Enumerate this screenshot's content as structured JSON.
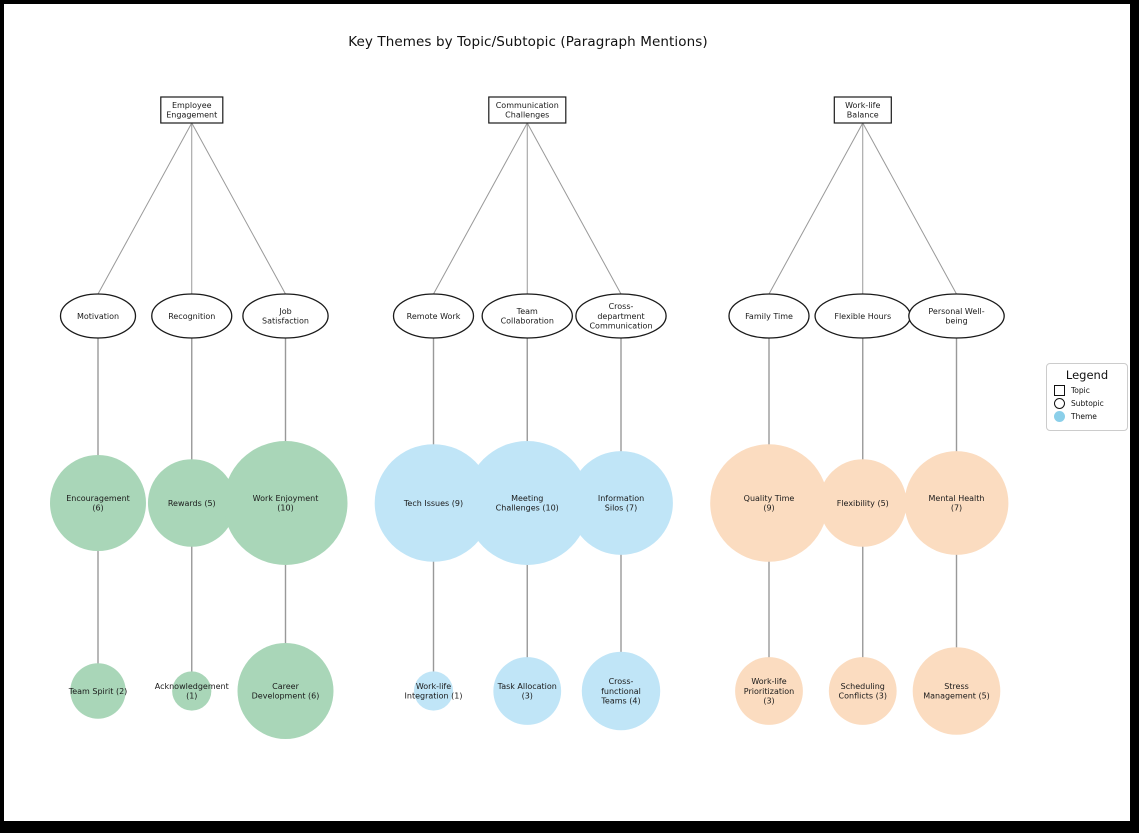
{
  "title": "Key Themes by Topic/Subtopic (Paragraph Mentions)",
  "legend": {
    "title": "Legend",
    "items": [
      {
        "label": "Topic",
        "marker": "square"
      },
      {
        "label": "Subtopic",
        "marker": "circle"
      },
      {
        "label": "Theme",
        "marker": "dot"
      }
    ]
  },
  "colors": {
    "group1_fill": "#a9d6b8",
    "group2_fill": "#c0e5f7",
    "group3_fill": "#fbdcc0",
    "legend_theme_dot": "#8bcfe9",
    "connector": "#999999",
    "node_stroke": "#1a1a1a",
    "text": "#1a1a1a"
  },
  "chart_data": {
    "type": "hierarchy-bubble",
    "value_unit": "paragraph mentions",
    "topics": [
      {
        "name": "Employee Engagement",
        "label_lines": [
          "Employee",
          "Engagement"
        ],
        "color_key": "group1_fill",
        "subtopics": [
          {
            "name": "Motivation",
            "label_lines": [
              "Motivation"
            ],
            "themes": [
              {
                "name": "Encouragement",
                "count": 6,
                "label_lines": [
                  "Encouragement",
                  "(6)"
                ]
              },
              {
                "name": "Team Spirit",
                "count": 2,
                "label_lines": [
                  "Team Spirit (2)"
                ]
              }
            ]
          },
          {
            "name": "Recognition",
            "label_lines": [
              "Recognition"
            ],
            "themes": [
              {
                "name": "Rewards",
                "count": 5,
                "label_lines": [
                  "Rewards (5)"
                ]
              },
              {
                "name": "Acknowledgement",
                "count": 1,
                "label_lines": [
                  "Acknowledgement",
                  "(1)"
                ]
              }
            ]
          },
          {
            "name": "Job Satisfaction",
            "label_lines": [
              "Job",
              "Satisfaction"
            ],
            "themes": [
              {
                "name": "Work Enjoyment",
                "count": 10,
                "label_lines": [
                  "Work Enjoyment",
                  "(10)"
                ]
              },
              {
                "name": "Career Development",
                "count": 6,
                "label_lines": [
                  "Career",
                  "Development (6)"
                ]
              }
            ]
          }
        ]
      },
      {
        "name": "Communication Challenges",
        "label_lines": [
          "Communication",
          "Challenges"
        ],
        "color_key": "group2_fill",
        "subtopics": [
          {
            "name": "Remote Work",
            "label_lines": [
              "Remote Work"
            ],
            "themes": [
              {
                "name": "Tech Issues",
                "count": 9,
                "label_lines": [
                  "Tech Issues (9)"
                ]
              },
              {
                "name": "Work-life Integration",
                "count": 1,
                "label_lines": [
                  "Work-life",
                  "Integration (1)"
                ]
              }
            ]
          },
          {
            "name": "Team Collaboration",
            "label_lines": [
              "Team",
              "Collaboration"
            ],
            "themes": [
              {
                "name": "Meeting Challenges",
                "count": 10,
                "label_lines": [
                  "Meeting",
                  "Challenges (10)"
                ]
              },
              {
                "name": "Task Allocation",
                "count": 3,
                "label_lines": [
                  "Task Allocation",
                  "(3)"
                ]
              }
            ]
          },
          {
            "name": "Cross-department Communication",
            "label_lines": [
              "Cross-",
              "department",
              "Communication"
            ],
            "themes": [
              {
                "name": "Information Silos",
                "count": 7,
                "label_lines": [
                  "Information",
                  "Silos (7)"
                ]
              },
              {
                "name": "Cross-functional Teams",
                "count": 4,
                "label_lines": [
                  "Cross-",
                  "functional",
                  "Teams (4)"
                ]
              }
            ]
          }
        ]
      },
      {
        "name": "Work-life Balance",
        "label_lines": [
          "Work-life",
          "Balance"
        ],
        "color_key": "group3_fill",
        "subtopics": [
          {
            "name": "Family Time",
            "label_lines": [
              "Family Time"
            ],
            "themes": [
              {
                "name": "Quality Time",
                "count": 9,
                "label_lines": [
                  "Quality Time",
                  "(9)"
                ]
              },
              {
                "name": "Work-life Prioritization",
                "count": 3,
                "label_lines": [
                  "Work-life",
                  "Prioritization",
                  "(3)"
                ]
              }
            ]
          },
          {
            "name": "Flexible Hours",
            "label_lines": [
              "Flexible Hours"
            ],
            "themes": [
              {
                "name": "Flexibility",
                "count": 5,
                "label_lines": [
                  "Flexibility (5)"
                ]
              },
              {
                "name": "Scheduling Conflicts",
                "count": 3,
                "label_lines": [
                  "Scheduling",
                  "Conflicts (3)"
                ]
              }
            ]
          },
          {
            "name": "Personal Well-being",
            "label_lines": [
              "Personal Well-",
              "being"
            ],
            "themes": [
              {
                "name": "Mental Health",
                "count": 7,
                "label_lines": [
                  "Mental Health",
                  "(7)"
                ]
              },
              {
                "name": "Stress Management",
                "count": 5,
                "label_lines": [
                  "Stress",
                  "Management (5)"
                ]
              }
            ]
          }
        ]
      }
    ]
  }
}
